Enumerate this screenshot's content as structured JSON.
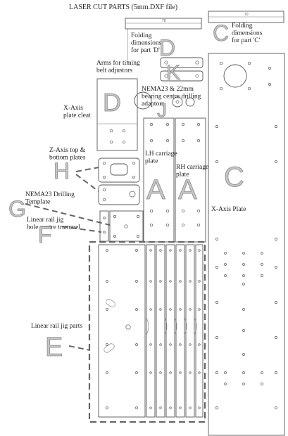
{
  "title": "LASER CUT PARTS (5mm.DXF file)",
  "labels": {
    "folding_d": "Folding\ndimensions\nfor part 'D'",
    "folding_c": "Folding\ndimensions\nfor part 'C'",
    "arms": "Arms for timing\nbelt adjustors",
    "nema23_22mm": "NEMA23 & 22mm\nbearing centre drilling\nadaptors",
    "x_axis_cleat": "X-Axis\nplate cleat",
    "z_axis_plates": "Z-Axis top &\nbottom plates",
    "lh_carriage": "LH carriage\nplate",
    "rh_carriage": "RH carriage\nplate",
    "nema23_drilling": "NEMA23 Drilling\nTemplate",
    "x_axis_plate": "X-Axis Plate",
    "linear_trammel": "Linear rail jig\nhole centre trammel",
    "linear_jig_parts": "Linear rail jig parts"
  },
  "letters": {
    "d_top": "D",
    "c_top": "C",
    "k": "K",
    "j": "J",
    "d_main": "D",
    "h": "H",
    "a_left": "A",
    "a_right": "A",
    "c_main": "C",
    "g": "G",
    "f": "F",
    "e": "E"
  },
  "dimensions": {
    "d_small": "70",
    "c_small": "70"
  }
}
